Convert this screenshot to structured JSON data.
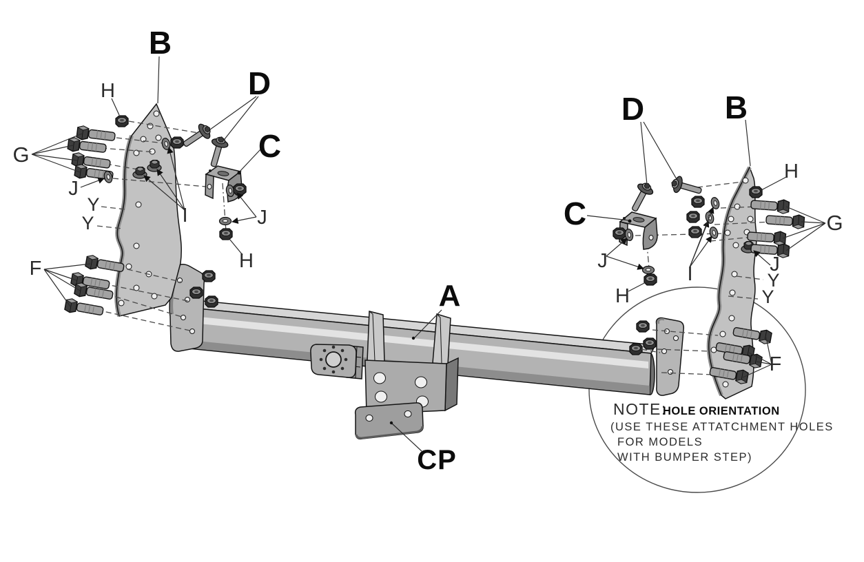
{
  "note": {
    "prefix": "NOTE:",
    "title": "HOLE ORIENTATION",
    "line2": "(USE THESE ATTATCHMENT HOLES",
    "line3": "FOR MODELS",
    "line4": "WITH BUMPER STEP)"
  },
  "callouts": [
    {
      "id": "b-left",
      "text": "B",
      "weight": "bold"
    },
    {
      "id": "h-left-top",
      "text": "H",
      "weight": "light"
    },
    {
      "id": "g-left",
      "text": "G",
      "weight": "light"
    },
    {
      "id": "j-left-top",
      "text": "J",
      "weight": "light"
    },
    {
      "id": "y-left-1",
      "text": "Y",
      "weight": "light"
    },
    {
      "id": "y-left-2",
      "text": "Y",
      "weight": "light"
    },
    {
      "id": "i-left",
      "text": "I",
      "weight": "light"
    },
    {
      "id": "d-left",
      "text": "D",
      "weight": "bold"
    },
    {
      "id": "c-left",
      "text": "C",
      "weight": "bold"
    },
    {
      "id": "j-left-bottom",
      "text": "J",
      "weight": "light"
    },
    {
      "id": "h-left-bottom",
      "text": "H",
      "weight": "light"
    },
    {
      "id": "f-left",
      "text": "F",
      "weight": "light"
    },
    {
      "id": "a-crossbar",
      "text": "A",
      "weight": "bold"
    },
    {
      "id": "cp-cover-plate",
      "text": "CP",
      "weight": "bold"
    },
    {
      "id": "d-right",
      "text": "D",
      "weight": "bold"
    },
    {
      "id": "b-right",
      "text": "B",
      "weight": "bold"
    },
    {
      "id": "c-right",
      "text": "C",
      "weight": "bold"
    },
    {
      "id": "h-right-top",
      "text": "H",
      "weight": "light"
    },
    {
      "id": "g-right",
      "text": "G",
      "weight": "light"
    },
    {
      "id": "j-right-plate",
      "text": "J",
      "weight": "light"
    },
    {
      "id": "i-right",
      "text": "I",
      "weight": "light"
    },
    {
      "id": "j-right-bottom",
      "text": "J",
      "weight": "light"
    },
    {
      "id": "h-right-bottom",
      "text": "H",
      "weight": "light"
    },
    {
      "id": "y-right-1",
      "text": "Y",
      "weight": "light"
    },
    {
      "id": "y-right-2",
      "text": "Y",
      "weight": "light"
    },
    {
      "id": "f-right",
      "text": "F",
      "weight": "light"
    }
  ],
  "colors": {
    "background": "#ffffff",
    "ink": "#141414",
    "steel_light": "#d6d6d6",
    "steel_mid": "#b3b3b3",
    "steel_dark": "#8a8a8a",
    "hardware_dark": "#3a3a3a"
  }
}
